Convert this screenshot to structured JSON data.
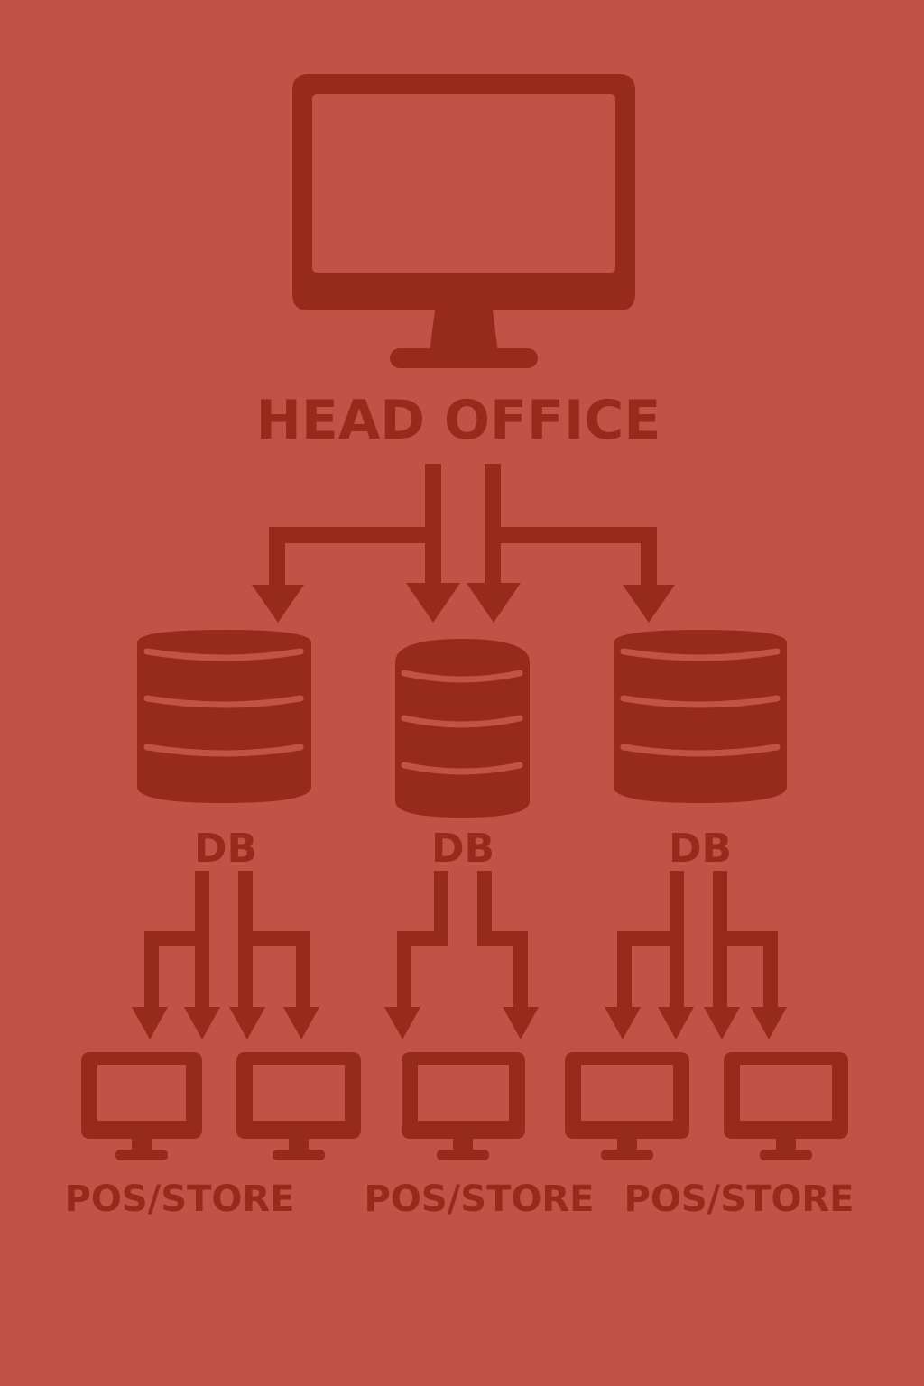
{
  "colors": {
    "background": "#c05246",
    "ink": "#962b1c"
  },
  "head_office": {
    "label": "HEAD OFFICE",
    "icon": "monitor-icon"
  },
  "databases": [
    {
      "label": "DB",
      "icon": "database-icon"
    },
    {
      "label": "DB",
      "icon": "database-icon"
    },
    {
      "label": "DB",
      "icon": "database-icon"
    }
  ],
  "stores": [
    {
      "label": "POS/STORE",
      "icon": "monitor-icon"
    },
    {
      "label": "POS/STORE",
      "icon": "monitor-icon"
    },
    {
      "label": "POS/STORE",
      "icon": "monitor-icon"
    }
  ]
}
